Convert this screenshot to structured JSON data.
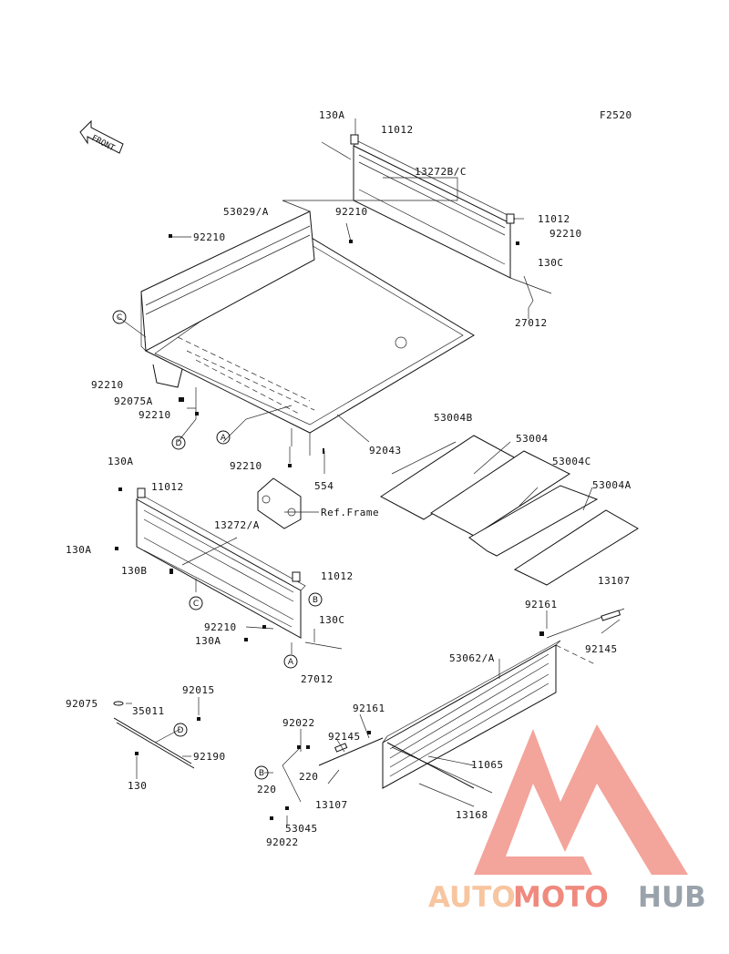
{
  "figure_code": "F2520",
  "front_label": "FRONT",
  "parts": {
    "p130A_top": "130A",
    "p11012_top": "11012",
    "p13272BC": "13272B/C",
    "p11012_right": "11012",
    "p92210_right": "92210",
    "p130C_top": "130C",
    "p27012_top": "27012",
    "p53029A": "53029/A",
    "p92210_center": "92210",
    "p92210_left": "92210",
    "p92210_lower_left": "92210",
    "p92075A": "92075A",
    "p92210_bracket": "92210",
    "p92043": "92043",
    "p92210_bottom": "92210",
    "p554": "554",
    "ref_frame": "Ref.Frame",
    "p53004B": "53004B",
    "p53004": "53004",
    "p53004C": "53004C",
    "p53004A": "53004A",
    "p130A_mid": "130A",
    "p11012_mid": "11012",
    "p13272A": "13272/A",
    "p130A_left": "130A",
    "p130B": "130B",
    "p11012_mid_right": "11012",
    "p92210_mid": "92210",
    "p130A_low": "130A",
    "p130C_mid": "130C",
    "p27012_mid": "27012",
    "p13107_top": "13107",
    "p92161_top": "92161",
    "p92145_top": "92145",
    "p53062A": "53062/A",
    "p92075": "92075",
    "p92015": "92015",
    "p35011": "35011",
    "p92190": "92190",
    "p130": "130",
    "p92022_top": "92022",
    "p92161_low": "92161",
    "p92145_low": "92145",
    "p11065": "11065",
    "p220_left": "220",
    "p220_right": "220",
    "p13107_low": "13107",
    "p13168": "13168",
    "p53045": "53045",
    "p92022_low": "92022"
  },
  "callouts": {
    "A1": "A",
    "A2": "A",
    "B1": "B",
    "B2": "B",
    "C1": "C",
    "C2": "C",
    "D1": "D",
    "D2": "D"
  },
  "watermark": {
    "part1": "AUTO",
    "part2": "MOTO",
    "part3": "HUB",
    "color1": "#f7c59f",
    "color2": "#f08a7e",
    "color3": "#9aa3ab",
    "logo_color": "#f29a90"
  }
}
